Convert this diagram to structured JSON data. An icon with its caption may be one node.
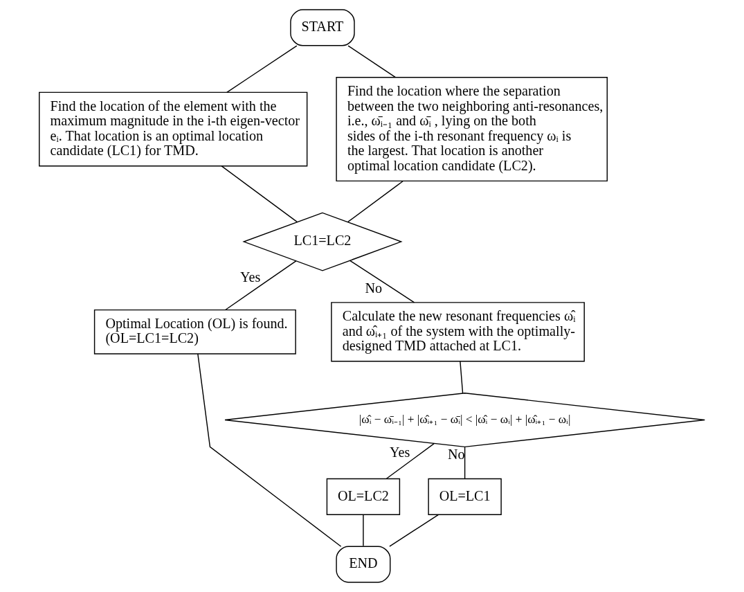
{
  "diagram": {
    "nodes": [
      {
        "text": [
          "START"
        ]
      },
      {
        "text": [
          "Find the location of the element with the maximum magnitude in the i-th eigen-vector eᵢ. That location is an optimal location candidate (LC1) for TMD."
        ]
      },
      {
        "text": [
          "Find the location where the separation between the two neighboring anti-resonances, i.e., ω̄ᵢ₋₁ and ω̄ᵢ , lying on the both sides of the i-th resonant frequency ωᵢ is the largest. That location is another optimal location candidate (LC2)."
        ]
      },
      {
        "text": [
          "LC1=LC2"
        ]
      },
      {
        "text": [
          "Optimal Location (OL) is found. (OL=LC1=LC2)"
        ]
      },
      {
        "text": [
          "Calculate the new resonant frequencies ω̂ᵢ and ω̂ᵢ₊₁ of the system with the optimally-designed TMD attached at LC1."
        ]
      },
      {
        "text": [
          "|ω̂ᵢ − ω̄ᵢ₋₁| + |ω̂ᵢ₊₁ − ω̄ᵢ| < |ω̂ᵢ − ωᵢ| + |ω̂ᵢ₊₁ − ωᵢ|"
        ]
      },
      {
        "text": [
          "OL=LC2"
        ]
      },
      {
        "text": [
          "OL=LC1"
        ]
      },
      {
        "text": [
          "END"
        ]
      }
    ],
    "edges": [
      {
        "from": 0,
        "to": 1,
        "arrow": "none"
      },
      {
        "from": 0,
        "to": 2,
        "arrow": "none"
      },
      {
        "from": 1,
        "to": 3,
        "arrow": "none"
      },
      {
        "from": 2,
        "to": 3,
        "arrow": "none"
      },
      {
        "from": 3,
        "to": 4,
        "label": "Yes",
        "arrow": "none"
      },
      {
        "from": 3,
        "to": 5,
        "label": "No",
        "arrow": "none"
      },
      {
        "from": 5,
        "to": 6,
        "arrow": "none"
      },
      {
        "from": 6,
        "to": 7,
        "label": "Yes",
        "arrow": "none"
      },
      {
        "from": 6,
        "to": 8,
        "label": "No",
        "arrow": "none"
      },
      {
        "from": 4,
        "to": 9,
        "arrow": "none"
      },
      {
        "from": 7,
        "to": 9,
        "arrow": "none"
      },
      {
        "from": 8,
        "to": 9,
        "arrow": "none"
      }
    ]
  }
}
